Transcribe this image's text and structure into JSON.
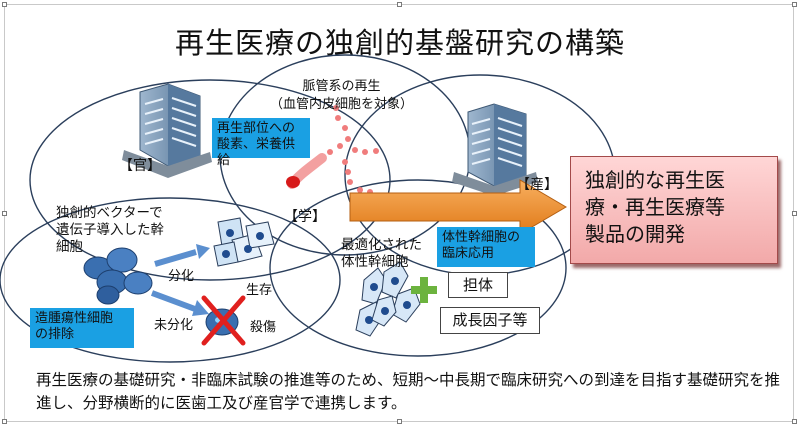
{
  "title": "再生医療の独創的基盤研究の構築",
  "labels": {
    "gov": "【官】",
    "industry": "【産】",
    "academia": "【学】",
    "vascular": "脈管系の再生\n（血管内皮細胞を対象）",
    "vector_cells": "独創的ベクターで\n遺伝子導入した幹\n細胞",
    "differentiation": "分化",
    "undifferentiated": "未分化",
    "survival": "生存",
    "killed": "殺傷",
    "optimized_cells": "最適化された\n体性幹細胞",
    "carrier": "担体",
    "growth_factor": "成長因子等"
  },
  "blue_boxes": {
    "oxygen_supply": "再生部位への\n酸素、栄養供給",
    "tumor_removal": "造腫瘍性細胞\nの排除",
    "clinical_application": "体性幹細胞の\n臨床応用"
  },
  "result": "独創的な再生医\n療・再生医療等\n製品の開発",
  "footer": "再生医療の基礎研究・非臨床試験の推進等のため、短期～中長期で臨床研究への到達を目指す基礎研究を推進し、分野横断的に医歯工及び産官学で連携します。",
  "colors": {
    "blue_box": "#1aa0e3",
    "arrow_orange": "#f28c28",
    "result_pink": "#f5b5b5",
    "cross_red": "#e0201e",
    "vessel_red": "#e83a3a"
  },
  "icons": {
    "building": "building-icon",
    "cell": "cell-icon",
    "plus": "plus-icon",
    "cross": "cross-mark-icon"
  }
}
